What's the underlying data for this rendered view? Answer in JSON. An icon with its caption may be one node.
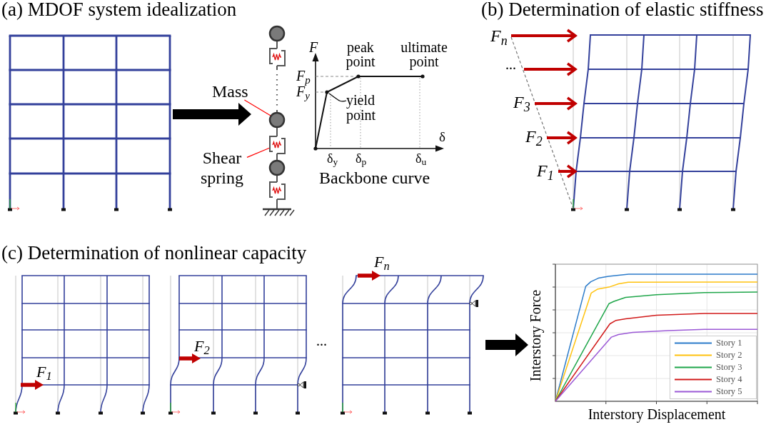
{
  "diagram": {
    "nodes": [
      {
        "text": [],
        "shape": "picture"
      },
      {
        "text": [],
        "shape": "picture"
      },
      {
        "text": [
          "Mass"
        ]
      },
      {
        "text": [
          "Shear spring"
        ]
      },
      {
        "text": [
          "yield point"
        ]
      },
      {
        "text": [],
        "shape": "picture"
      },
      {
        "text": [
          "Interstory Force",
          "Interstory Displacement"
        ]
      }
    ],
    "edges": [
      {
        "from": 0,
        "to": 1,
        "arrow": "to",
        "style": "thick"
      },
      {
        "from": 2,
        "to": 1,
        "arrow": "none",
        "color": "#ff0000"
      },
      {
        "from": 3,
        "to": 1,
        "arrow": "none",
        "color": "#ff0000"
      },
      {
        "from": 4,
        "to": null,
        "arrow": "none"
      },
      {
        "from": 5,
        "to": 6,
        "arrow": "to",
        "style": "thick"
      }
    ],
    "labels": [
      "(a) MDOF system idealization",
      "F",
      "peak point",
      "ultimate point",
      "F$_{p}$",
      "F$_{y}$",
      "δ",
      "δ$_{y}$",
      "δ$_{p}$",
      "δ$_{u}$",
      "Backbone curve",
      "(b) Determination of elastic stiffness",
      "F$_{n}$",
      "...",
      "F$_{3}$",
      "F$_{2}$",
      "F$_{1}$",
      "(c) Determination of nonlinear capacity",
      "F$_{1}$",
      "F$_{2}$",
      "...",
      "F$_{n}$"
    ],
    "legend": [
      {
        "text": "Story 1"
      },
      {
        "text": "Story 2"
      },
      {
        "text": "Story 3"
      },
      {
        "text": "Story 4"
      },
      {
        "text": "Story 5"
      }
    ]
  }
}
